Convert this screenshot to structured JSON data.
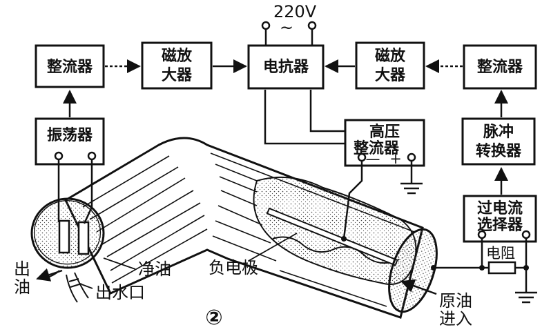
{
  "supply": {
    "voltage": "220V",
    "ac_symbol": "~"
  },
  "blocks": {
    "rectifier_left": "整流器",
    "mag_amp_left": [
      "磁放",
      "大器"
    ],
    "reactor": "电抗器",
    "mag_amp_right": [
      "磁放",
      "大器"
    ],
    "rectifier_right": "整流器",
    "oscillator": "振荡器",
    "hv_rectifier": [
      "高压",
      "整流器"
    ],
    "pulse_converter": [
      "脉冲",
      "转换器"
    ],
    "overcurrent_selector": [
      "过电流",
      "选择器"
    ],
    "resistor": "电阻"
  },
  "terminals": {
    "minus": "—",
    "plus": "+"
  },
  "labels": {
    "oil_out": [
      "出",
      "油"
    ],
    "clean_oil": "净油",
    "water_outlet": "出水口",
    "negative_electrode": "负电极",
    "raw_oil_in": [
      "原油",
      "进入"
    ]
  },
  "figure_number": "②",
  "colors": {
    "ink": "#111111",
    "paper": "#ffffff",
    "stipple": "#444444"
  }
}
